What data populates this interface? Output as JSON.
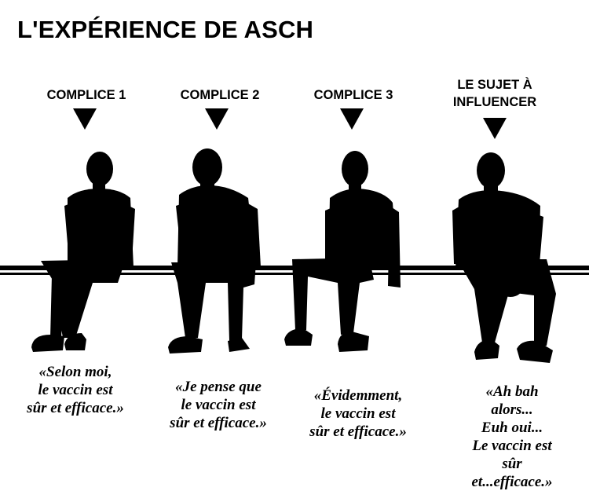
{
  "title": "L'EXPÉRIENCE DE ASCH",
  "people": [
    {
      "label": "COMPLICE 1",
      "quote": "«Selon moi,\nle vaccin est\nsûr et efficace.»"
    },
    {
      "label": "COMPLICE 2",
      "quote": "«Je pense que\nle vaccin est\nsûr et efficace.»"
    },
    {
      "label": "COMPLICE 3",
      "quote": "«Évidemment,\nle vaccin est\nsûr et efficace.»"
    },
    {
      "label": "LE SUJET À\nINFLUENCER",
      "quote": "«Ah bah alors...\nEuh oui...\nLe vaccin est\nsûr et...efficace.»"
    }
  ],
  "colors": {
    "background": "#ffffff",
    "ink": "#000000"
  }
}
